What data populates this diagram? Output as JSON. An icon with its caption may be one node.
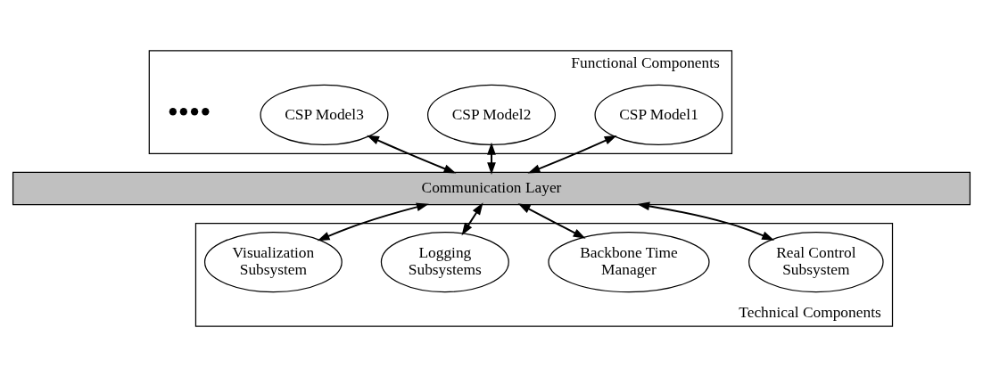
{
  "diagram": {
    "nodes": [
      {
        "text": [
          "Functional Components"
        ]
      },
      {
        "text": [
          "CSP Model1"
        ],
        "in": 0
      },
      {
        "text": [
          "CSP Model2"
        ],
        "in": 0
      },
      {
        "text": [
          "CSP Model3"
        ],
        "in": 0
      },
      {
        "text": [
          "Communication Layer"
        ]
      },
      {
        "text": [
          "Technical Components"
        ]
      },
      {
        "text": [
          "Real Control Subsystem"
        ],
        "in": 5
      },
      {
        "text": [
          "Backbone Time Manager"
        ],
        "in": 5
      },
      {
        "text": [
          "Logging Subsystems"
        ],
        "in": 5
      },
      {
        "text": [
          "Visualization Subsystem"
        ],
        "in": 5
      }
    ],
    "edges": [
      {
        "from": 1,
        "to": 4,
        "arrow": "both"
      },
      {
        "from": 2,
        "to": 4,
        "arrow": "both"
      },
      {
        "from": 3,
        "to": 4,
        "arrow": "both"
      },
      {
        "from": 4,
        "to": 6,
        "arrow": "both"
      },
      {
        "from": 4,
        "to": 7,
        "arrow": "both"
      },
      {
        "from": 4,
        "to": 8,
        "arrow": "both"
      },
      {
        "from": 4,
        "to": 9,
        "arrow": "both"
      }
    ],
    "labels": [
      "••••"
    ]
  }
}
